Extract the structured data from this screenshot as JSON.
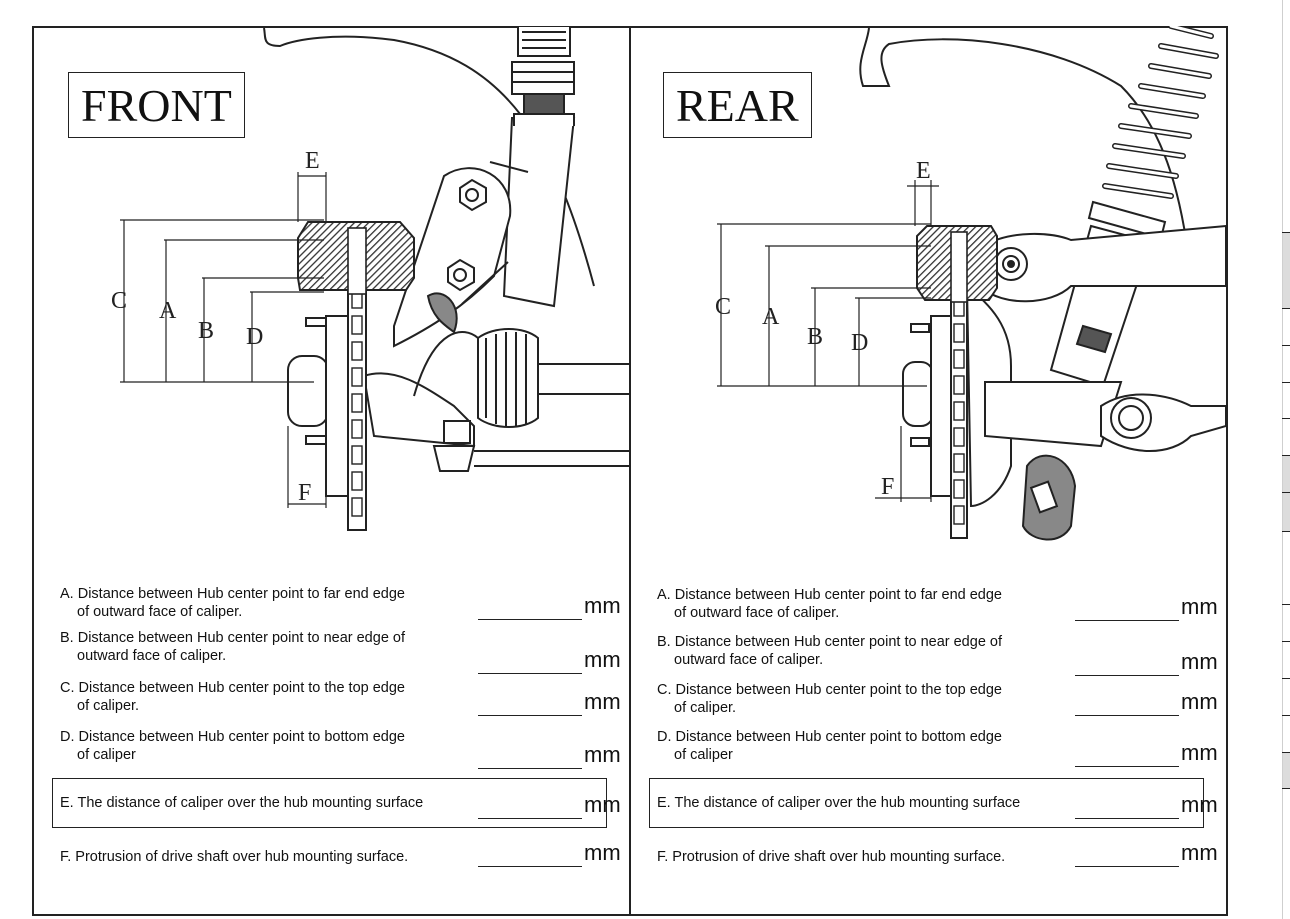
{
  "panels": [
    {
      "id": "front",
      "title": "FRONT",
      "dimension_labels": [
        "E",
        "C",
        "A",
        "B",
        "D",
        "F"
      ],
      "items": [
        {
          "line1": "A. Distance between Hub center point to far end edge",
          "line2": "of outward face of caliper.",
          "unit": "mm"
        },
        {
          "line1": "B. Distance between Hub center point to near edge of",
          "line2": "outward face of caliper.",
          "unit": "mm"
        },
        {
          "line1": "C. Distance between Hub center point to the top edge",
          "line2": "of caliper.",
          "unit": "mm"
        },
        {
          "line1": "D. Distance between Hub center point to bottom edge",
          "line2": "of caliper",
          "unit": "mm"
        },
        {
          "line1": "E. The distance of caliper over the hub mounting surface",
          "line2": "",
          "unit": "mm"
        },
        {
          "line1": "F. Protrusion of drive shaft over hub mounting surface.",
          "line2": "",
          "unit": "mm"
        }
      ]
    },
    {
      "id": "rear",
      "title": "REAR",
      "dimension_labels": [
        "E",
        "C",
        "A",
        "B",
        "D",
        "F"
      ],
      "items": [
        {
          "line1": "A. Distance between Hub center point to far end edge",
          "line2": "of outward face of caliper.",
          "unit": "mm"
        },
        {
          "line1": "B. Distance between Hub center point to near edge of",
          "line2": "outward face of caliper.",
          "unit": "mm"
        },
        {
          "line1": "C. Distance between Hub center point to the top edge",
          "line2": "of caliper.",
          "unit": "mm"
        },
        {
          "line1": "D. Distance between Hub center point to bottom edge",
          "line2": "of caliper",
          "unit": "mm"
        },
        {
          "line1": "E. The distance of caliper over the hub mounting surface",
          "line2": "",
          "unit": "mm"
        },
        {
          "line1": "F. Protrusion of drive shaft over hub mounting surface.",
          "line2": "",
          "unit": "mm"
        }
      ]
    }
  ],
  "colors": {
    "ink": "#222222",
    "paper": "#ffffff",
    "shade": "#555555"
  }
}
